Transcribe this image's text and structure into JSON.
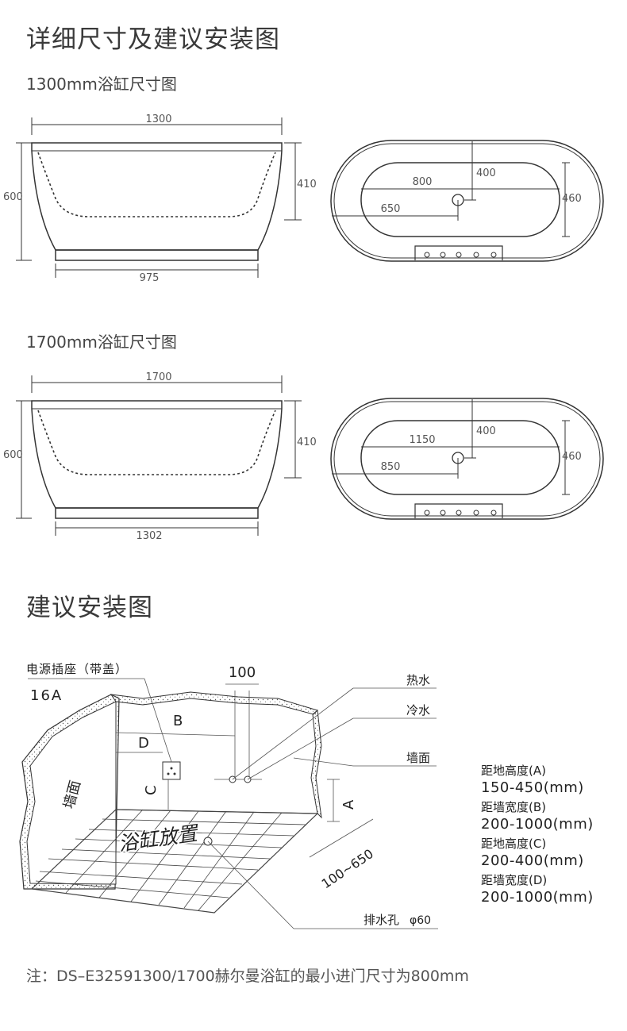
{
  "page": {
    "title": "详细尺寸及建议安装图",
    "note": "注：DS–E32591300/1700赫尔曼浴缸的最小进门尺寸为800mm"
  },
  "dimensions": [
    {
      "subtitle": "1300mm浴缸尺寸图",
      "side": {
        "top_width": "1300",
        "bottom_width": "975",
        "height": "600",
        "inner_depth": "410"
      },
      "top": {
        "inner_length": "800",
        "drain_offset": "650",
        "drain_depth": "400",
        "inner_width": "460"
      }
    },
    {
      "subtitle": "1700mm浴缸尺寸图",
      "side": {
        "top_width": "1700",
        "bottom_width": "1302",
        "height": "600",
        "inner_depth": "410"
      },
      "top": {
        "inner_length": "1150",
        "drain_offset": "850",
        "drain_depth": "400",
        "inner_width": "460"
      }
    }
  ],
  "installation": {
    "title": "建议安装图",
    "socket_label": "电源插座（带盖）",
    "socket_rating": "16A",
    "pipe_gap": "100",
    "hot_water": "热水",
    "cold_water": "冷水",
    "wall_face": "墙面",
    "wall_left": "墙面",
    "floor_label": "浴缸放置",
    "drain_label": "排水孔",
    "drain_size": "φ60",
    "range_label": "100~650",
    "letters": {
      "a": "A",
      "b": "B",
      "c": "C",
      "d": "D"
    },
    "specs": [
      {
        "key": "距地高度(A)",
        "value": "150-450(mm)"
      },
      {
        "key": "距墙宽度(B)",
        "value": "200-1000(mm)"
      },
      {
        "key": "距地高度(C)",
        "value": "200-400(mm)"
      },
      {
        "key": "距墙宽度(D)",
        "value": "200-1000(mm)"
      }
    ]
  }
}
